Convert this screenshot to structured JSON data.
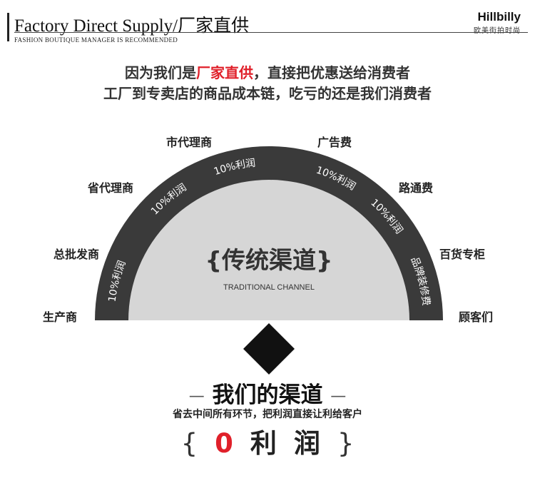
{
  "header": {
    "title": "Factory Direct Supply/厂家直供",
    "subtitle": "FASHION BOUTIQUE MANAGER IS RECOMMENDED",
    "brand": "Hillbilly",
    "brand_sub": "欧美街拍时尚"
  },
  "headline": {
    "line1_pre": "因为我们是",
    "line1_highlight": "厂家直供",
    "line1_post": "，直接把优惠送给消费者",
    "line2": "工厂到专卖店的商品成本链，吃亏的还是我们消费者",
    "highlight_color": "#e0202a"
  },
  "traditional": {
    "title": "{传统渠道}",
    "subtitle": "TRADITIONAL CHANNEL",
    "left_labels": [
      "生产商",
      "总批发商",
      "省代理商",
      "市代理商"
    ],
    "right_labels": [
      "广告费",
      "路通费",
      "百货专柜",
      "顾客们"
    ],
    "arc_texts": [
      "10%利润",
      "10%利润",
      "10%利润",
      "10%利润",
      "10%利润",
      "品牌装修费"
    ]
  },
  "ours": {
    "title": "我们的渠道",
    "dash": "—",
    "desc": "省去中间所有环节，把利润直接让利给客户",
    "brace_open": "{",
    "zero": "0",
    "li": "利",
    "run": "润",
    "brace_close": "}"
  }
}
